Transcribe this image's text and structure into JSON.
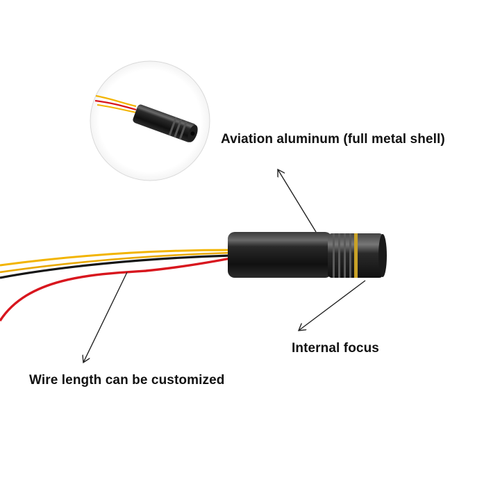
{
  "labels": {
    "aluminum": "Aviation aluminum (full metal shell)",
    "focus": "Internal focus",
    "wire": "Wire length can be customized"
  },
  "colors": {
    "background": "#ffffff",
    "text": "#111111",
    "body": "#1a1a1a",
    "wire_yellow": "#f2b400",
    "wire_black": "#151515",
    "wire_red": "#d8161e",
    "ring_gold": "#c9a227",
    "arrow": "#222222",
    "inset_border": "#d9d9d9"
  },
  "icons": {
    "inset": "laser-module-thumbnail",
    "arrows": "pointer-arrow"
  }
}
